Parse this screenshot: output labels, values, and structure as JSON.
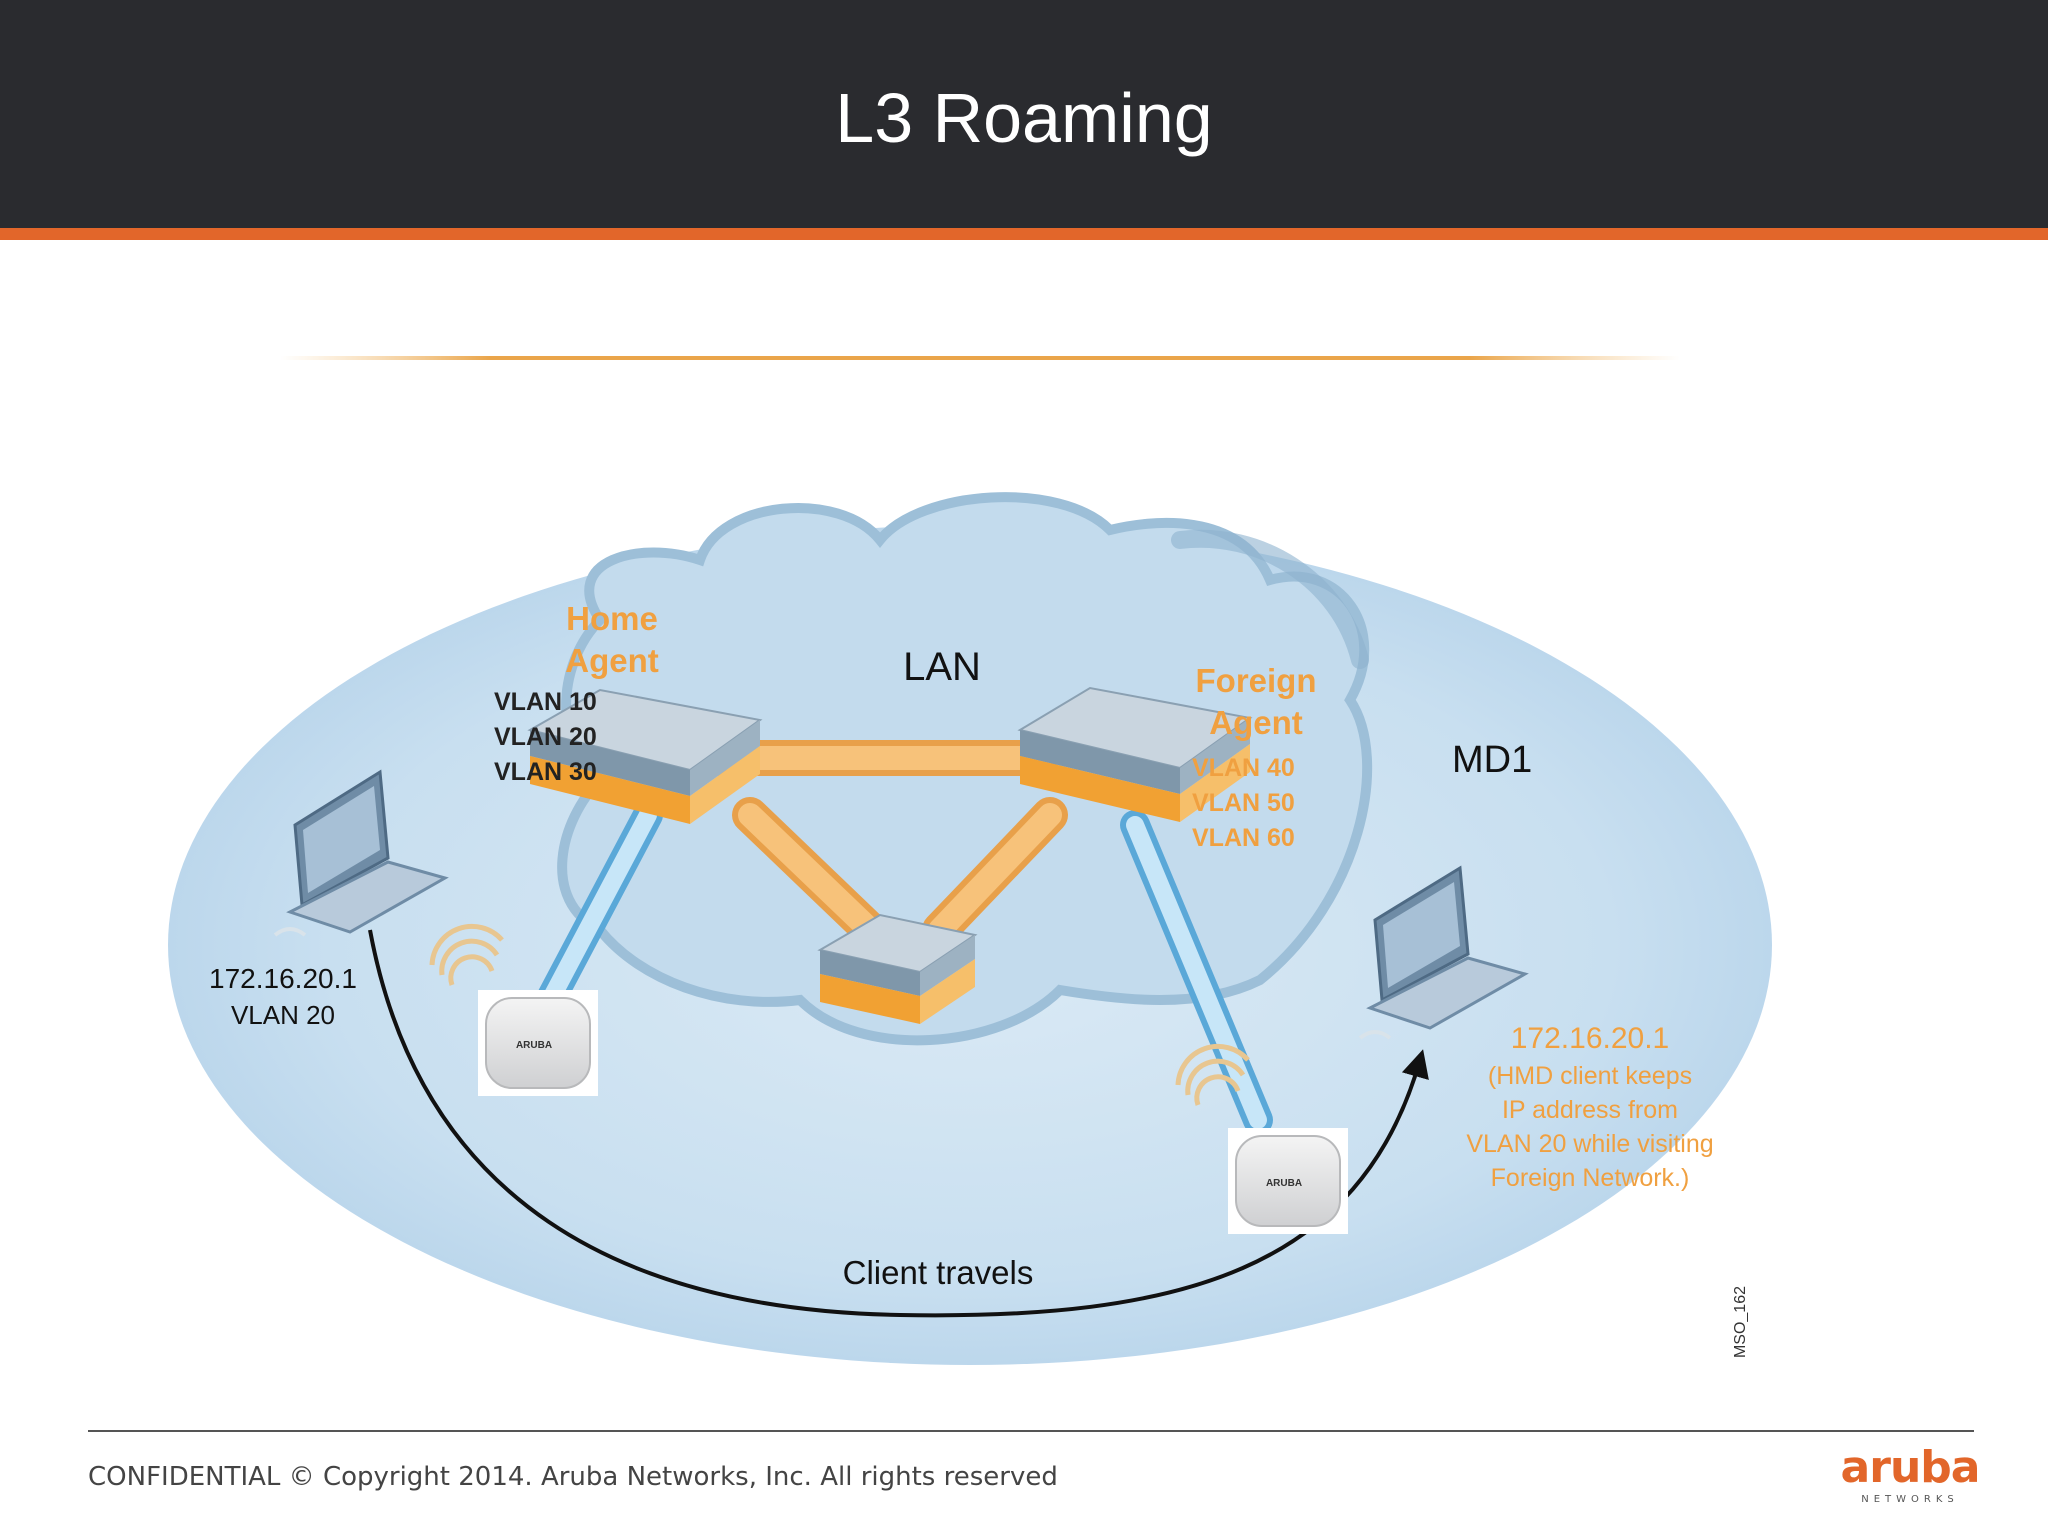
{
  "slide": {
    "title": "L3 Roaming",
    "footer": "CONFIDENTIAL © Copyright 2014. Aruba Networks, Inc. All rights reserved",
    "logo": {
      "word": "aruba",
      "sub": "NETWORKS"
    }
  },
  "diagram": {
    "cloud_label": "LAN",
    "home_agent": {
      "title_line1": "Home",
      "title_line2": "Agent",
      "vlans": [
        "VLAN 10",
        "VLAN 20",
        "VLAN 30"
      ]
    },
    "foreign_agent": {
      "title_line1": "Foreign",
      "title_line2": "Agent",
      "vlans": [
        "VLAN 40",
        "VLAN 50",
        "VLAN 60"
      ]
    },
    "md_label": "MD1",
    "client_home": {
      "ip": "172.16.20.1",
      "vlan": "VLAN 20"
    },
    "client_foreign": {
      "ip": "172.16.20.1",
      "note": [
        "(HMD client keeps",
        "IP address from",
        "VLAN 20 while visiting",
        "Foreign Network.)"
      ]
    },
    "travel_label": "Client travels",
    "ap_brand": "ARUBA",
    "figure_id": "MSO_162",
    "colors": {
      "accent": "#e2662a",
      "header": "#2a2b2f",
      "agent_text": "#f0a040",
      "link_orange": "#f7b560",
      "link_blue": "#a9d8f2"
    }
  }
}
